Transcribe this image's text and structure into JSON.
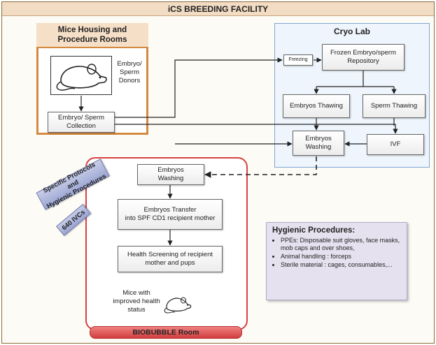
{
  "title": "iCS BREEDING FACILITY",
  "housing": {
    "title": "Mice Housing and\nProcedure Rooms",
    "donors_label": "Embryo/\nSperm\nDonors",
    "collection": "Embryo/ Sperm\nCollection"
  },
  "cryo": {
    "title": "Cryo Lab",
    "freezing": "Freezing",
    "repository": "Frozen Embryo/sperm\nRepository",
    "embryos_thawing": "Embryos Thawing",
    "sperm_thawing": "Sperm Thawing",
    "embryos_washing": "Embryos\nWashing",
    "ivf": "IVF"
  },
  "biobubble": {
    "washing": "Embryos\nWashing",
    "transfer": "Embryos Transfer\ninto SPF CD1 recipient  mother",
    "screening": "Health Screening of recipient\nmother and pups",
    "mice_label": "Mice with\nimproved health\nstatus",
    "room_label": "BIOBUBBLE Room"
  },
  "tags": {
    "protocols": "Specific Protocols and\nHygienic Procedures",
    "ivcs": "640 IVCs"
  },
  "hygiene": {
    "title": "Hygienic Procedures:",
    "items": [
      "PPEs: Disposable suit gloves, face masks, mob caps and over shoes,",
      "Animal handling : forceps",
      "Sterile material : cages, consumables,..."
    ]
  },
  "colors": {
    "housing_border": "#d4893e",
    "cryo_border": "#7fa9d6",
    "biobubble_border": "#d84141",
    "tag_fill": "#9aa4d2"
  }
}
